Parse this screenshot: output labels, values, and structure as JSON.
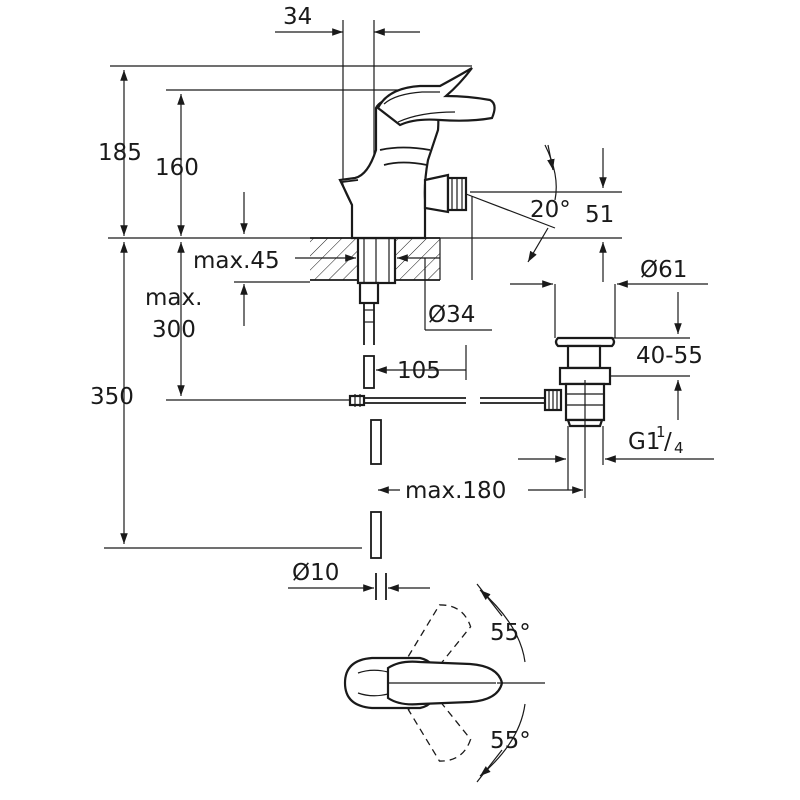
{
  "dimensions": {
    "spout_offset": "34",
    "total_height": "185",
    "lever_height": "160",
    "tilt_angle": "20°",
    "nozzle_height": "51",
    "deck_thickness": "max.45",
    "max_label_line1": "max.",
    "max_label_line2": "300",
    "hole_diameter": "Ø34",
    "waste_diameter": "Ø61",
    "waste_range": "40-55",
    "pipe_offset": "105",
    "hose_length": "350",
    "thread_base": "G1",
    "thread_num": "1",
    "thread_den": "4",
    "waste_distance": "max.180",
    "pipe_diameter": "Ø10",
    "lever_angle_top": "55°",
    "lever_angle_bottom": "55°"
  }
}
